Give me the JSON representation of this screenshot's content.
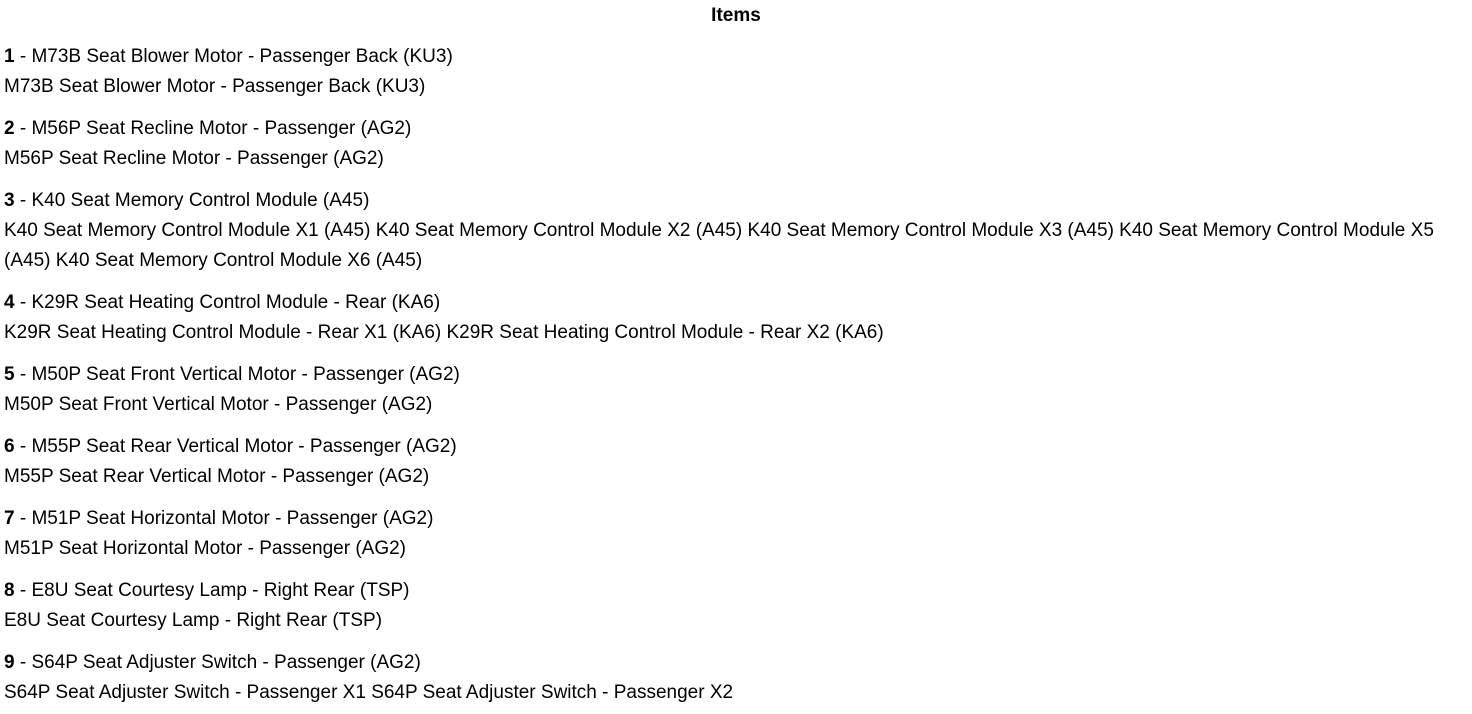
{
  "page": {
    "title": "Items",
    "separator": " - "
  },
  "items": [
    {
      "number": "1",
      "name": "M73B Seat Blower Motor - Passenger Back (KU3)",
      "detail": "M73B Seat Blower Motor - Passenger Back (KU3)"
    },
    {
      "number": "2",
      "name": "M56P Seat Recline Motor - Passenger (AG2)",
      "detail": "M56P Seat Recline Motor - Passenger (AG2)"
    },
    {
      "number": "3",
      "name": "K40 Seat Memory Control Module (A45)",
      "detail": "K40 Seat Memory Control Module X1 (A45) K40 Seat Memory Control Module X2 (A45) K40 Seat Memory Control Module X3 (A45) K40 Seat Memory Control Module X5 (A45) K40 Seat Memory Control Module X6 (A45)"
    },
    {
      "number": "4",
      "name": "K29R Seat Heating Control Module - Rear (KA6)",
      "detail": "K29R Seat Heating Control Module - Rear X1 (KA6) K29R Seat Heating Control Module - Rear X2 (KA6)"
    },
    {
      "number": "5",
      "name": "M50P Seat Front Vertical Motor - Passenger (AG2)",
      "detail": "M50P Seat Front Vertical Motor - Passenger (AG2)"
    },
    {
      "number": "6",
      "name": "M55P Seat Rear Vertical Motor - Passenger (AG2)",
      "detail": "M55P Seat Rear Vertical Motor - Passenger (AG2)"
    },
    {
      "number": "7",
      "name": "M51P Seat Horizontal Motor - Passenger (AG2)",
      "detail": "M51P Seat Horizontal Motor - Passenger (AG2)"
    },
    {
      "number": "8",
      "name": "E8U Seat Courtesy Lamp - Right Rear (TSP)",
      "detail": "E8U Seat Courtesy Lamp - Right Rear (TSP)"
    },
    {
      "number": "9",
      "name": "S64P Seat Adjuster Switch - Passenger (AG2)",
      "detail": "S64P Seat Adjuster Switch - Passenger X1 S64P Seat Adjuster Switch - Passenger X2"
    }
  ]
}
